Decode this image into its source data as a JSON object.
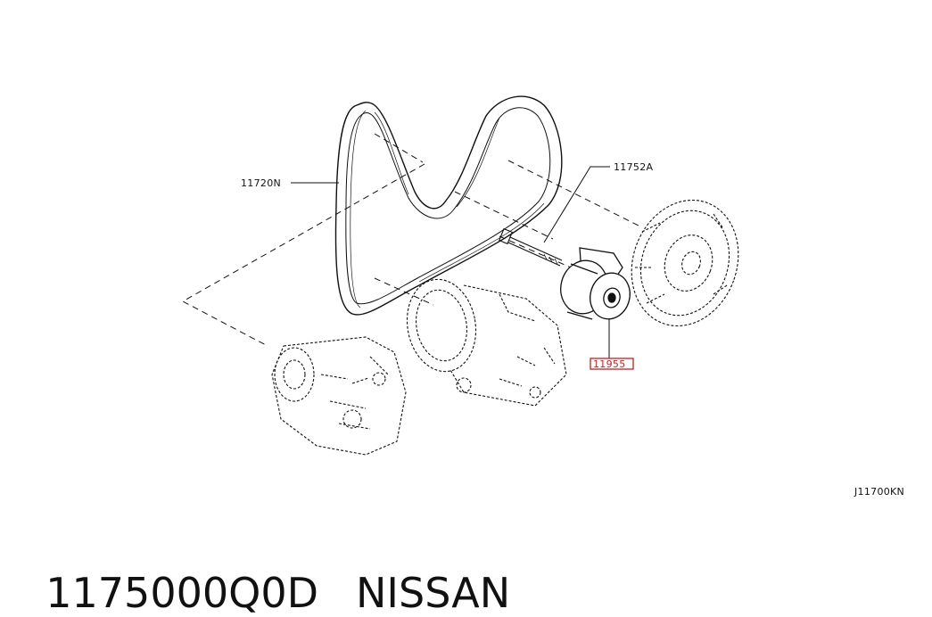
{
  "diagram": {
    "callouts": [
      {
        "id": "belt",
        "label": "11720N"
      },
      {
        "id": "bolt",
        "label": "11752A"
      },
      {
        "id": "tensioner",
        "label": "11955",
        "highlighted": true
      },
      {
        "id": "ref_code",
        "label": "J11700KN"
      }
    ],
    "highlight_color": "#d11a1a",
    "parts_depicted": [
      "belt-icon",
      "bolt-icon",
      "tensioner-pulley-icon",
      "crank-pulley-icon",
      "compressor-icon",
      "alternator-icon"
    ]
  },
  "caption": {
    "part_number": "1175000Q0D",
    "brand": "NISSAN"
  }
}
